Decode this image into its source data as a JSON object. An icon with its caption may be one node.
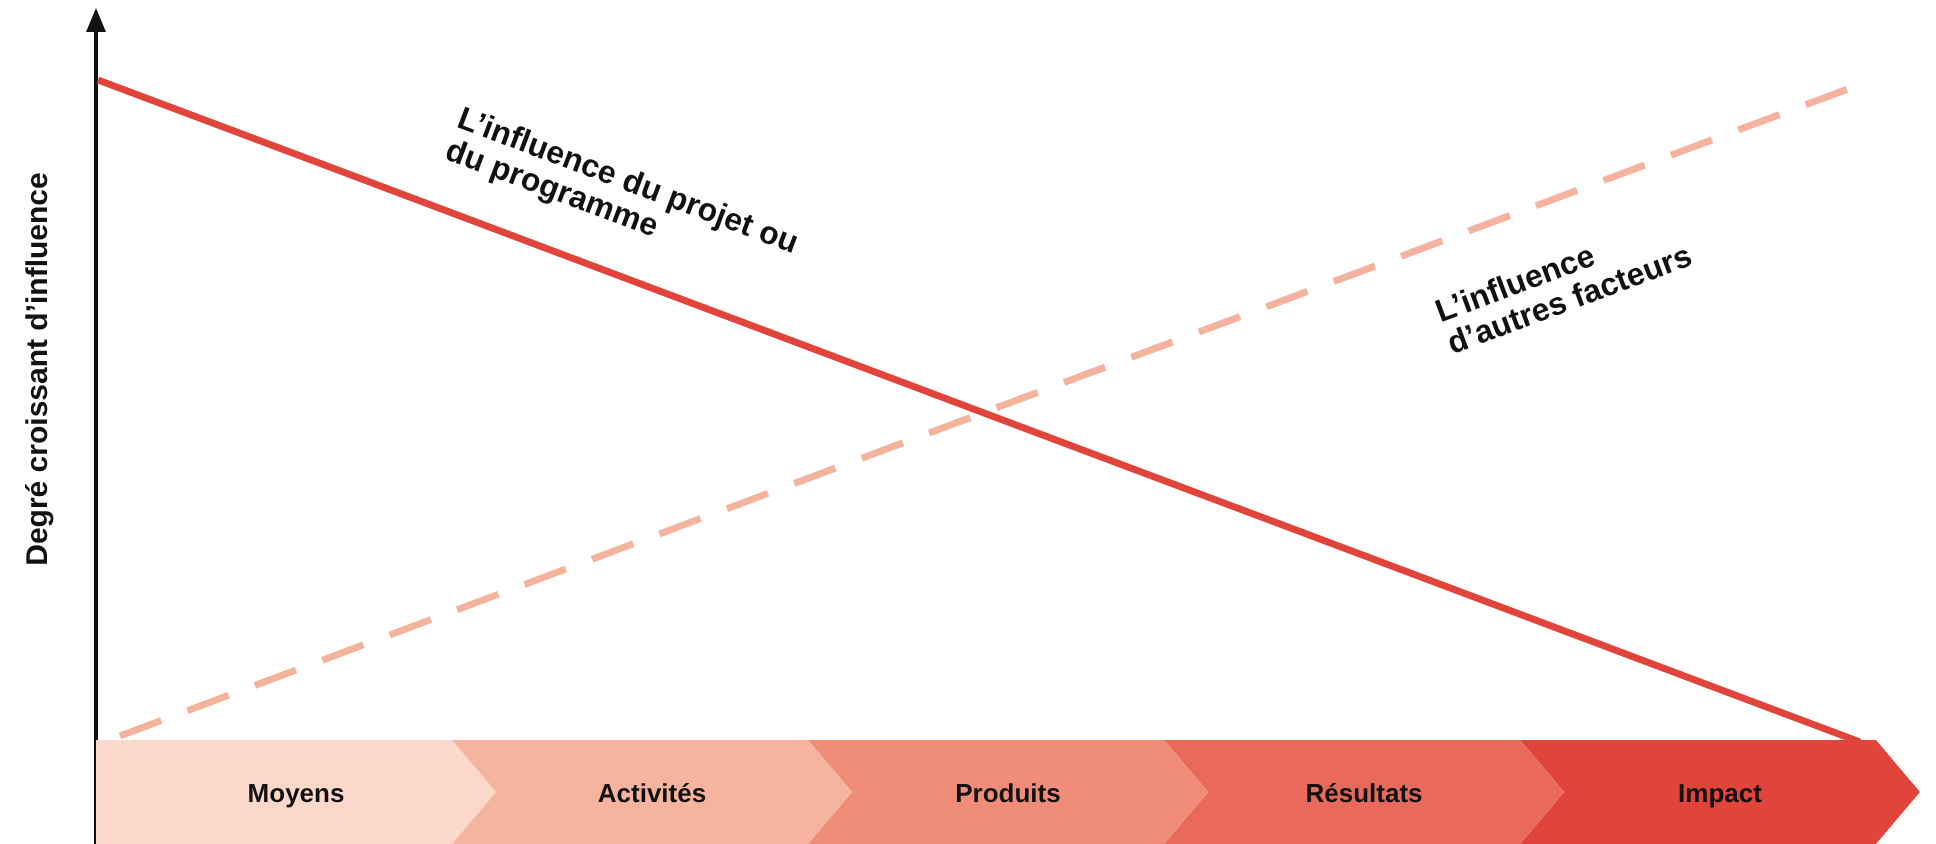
{
  "diagram": {
    "nodes": [
      {
        "text": [
          "Moyens"
        ]
      },
      {
        "text": [
          "Activités"
        ]
      },
      {
        "text": [
          "Produits"
        ]
      },
      {
        "text": [
          "Résultats"
        ]
      },
      {
        "text": [
          "Impact"
        ]
      }
    ],
    "labels": [
      "L’influence du projet ou du programme",
      "L’influence d’autres facteurs",
      "Degré croissant d’influence"
    ]
  }
}
